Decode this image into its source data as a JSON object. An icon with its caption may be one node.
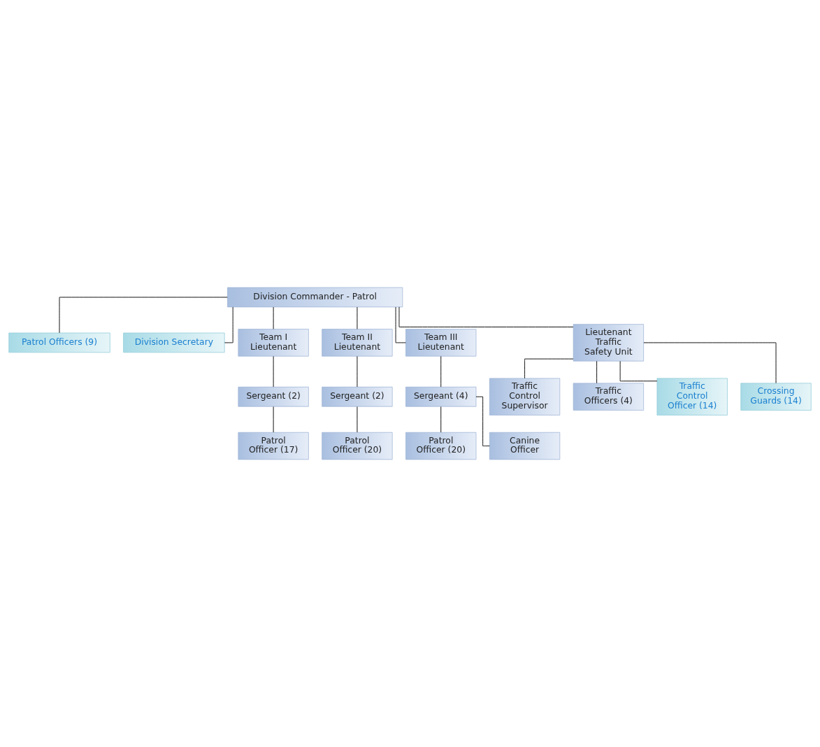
{
  "diagram": {
    "nodes": [
      {
        "text": [
          "Division Commander - Patrol"
        ]
      },
      {
        "text": [
          "Patrol Officers (9)"
        ]
      },
      {
        "text": [
          "Division Secretary"
        ]
      },
      {
        "text": [
          "Team I Lieutenant"
        ]
      },
      {
        "text": [
          "Team II Lieutenant"
        ]
      },
      {
        "text": [
          "Team III Lieutenant"
        ]
      },
      {
        "text": [
          "Lieutenant Traffic Safety Unit"
        ]
      },
      {
        "text": [
          "Sergeant (2)"
        ]
      },
      {
        "text": [
          "Sergeant (2)"
        ]
      },
      {
        "text": [
          "Sergeant (4)"
        ]
      },
      {
        "text": [
          "Traffic Control Supervisor"
        ]
      },
      {
        "text": [
          "Traffic Officers (4)"
        ]
      },
      {
        "text": [
          "Traffic Control Officer (14)"
        ]
      },
      {
        "text": [
          "Crossing Guards (14)"
        ]
      },
      {
        "text": [
          "Patrol Officer (17)"
        ]
      },
      {
        "text": [
          "Patrol Officer (20)"
        ]
      },
      {
        "text": [
          "Patrol Officer (20)"
        ]
      },
      {
        "text": [
          "Canine Officer"
        ]
      }
    ],
    "edges": [
      {
        "from": 0,
        "to": 1,
        "arrow": "none"
      },
      {
        "from": 0,
        "to": 2,
        "arrow": "none"
      },
      {
        "from": 0,
        "to": 3,
        "arrow": "none"
      },
      {
        "from": 0,
        "to": 4,
        "arrow": "none"
      },
      {
        "from": 0,
        "to": 5,
        "arrow": "none"
      },
      {
        "from": 0,
        "to": 6,
        "arrow": "none"
      },
      {
        "from": 3,
        "to": 7,
        "arrow": "none"
      },
      {
        "from": 4,
        "to": 8,
        "arrow": "none"
      },
      {
        "from": 5,
        "to": 9,
        "arrow": "none"
      },
      {
        "from": 6,
        "to": 10,
        "arrow": "none"
      },
      {
        "from": 6,
        "to": 11,
        "arrow": "none"
      },
      {
        "from": 6,
        "to": 12,
        "arrow": "none"
      },
      {
        "from": 6,
        "to": 13,
        "arrow": "none"
      },
      {
        "from": 7,
        "to": 14,
        "arrow": "none"
      },
      {
        "from": 8,
        "to": 15,
        "arrow": "none"
      },
      {
        "from": 9,
        "to": 16,
        "arrow": "none"
      },
      {
        "from": 9,
        "to": 17,
        "arrow": "none"
      }
    ]
  }
}
